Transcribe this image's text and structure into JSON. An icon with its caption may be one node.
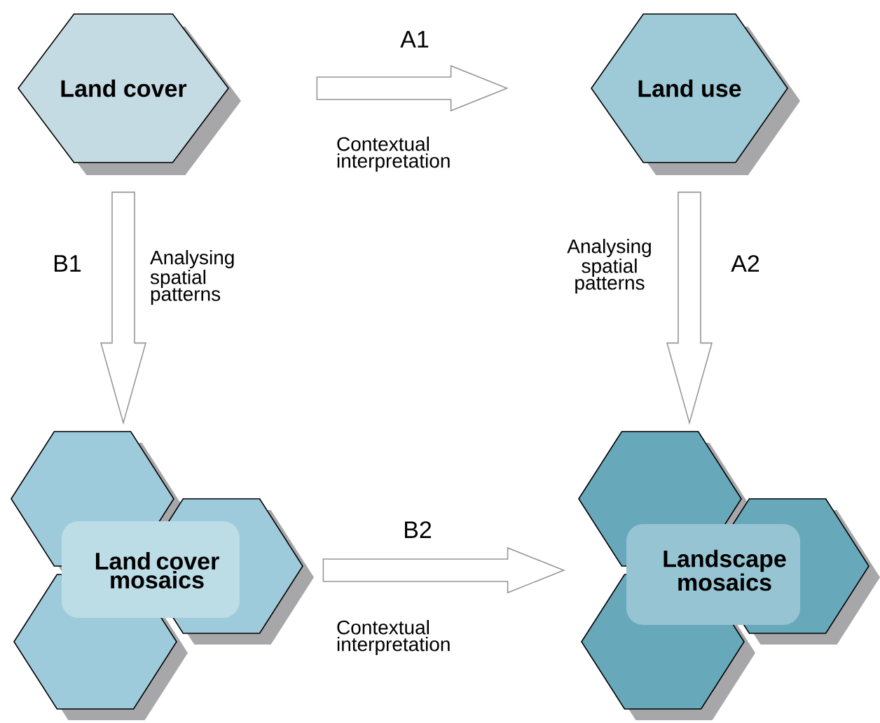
{
  "diagram": {
    "nodes": [
      {
        "text": [
          "Land cover"
        ]
      },
      {
        "text": [
          "Land use"
        ]
      },
      {
        "text": [
          "Land cover mosaics"
        ]
      },
      {
        "text": [
          "Landscape mosaics"
        ]
      }
    ],
    "edges": [
      {
        "from": 0,
        "to": 1,
        "arrow": "to",
        "label": "Contextual interpretation"
      },
      {
        "from": 0,
        "to": 2,
        "arrow": "to",
        "label": "Analysing spatial patterns"
      },
      {
        "from": 1,
        "to": 3,
        "arrow": "to",
        "label": "Analysing spatial patterns"
      },
      {
        "from": 2,
        "to": 3,
        "arrow": "to",
        "label": "Contextual interpretation"
      }
    ],
    "labels": [
      "A1",
      "B1",
      "A2",
      "B2"
    ]
  }
}
